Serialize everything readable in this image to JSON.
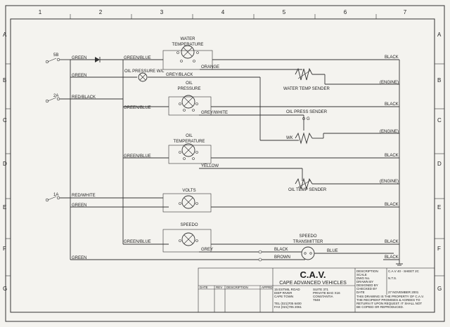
{
  "grid": {
    "columns": [
      "1",
      "2",
      "3",
      "4",
      "5",
      "6",
      "7"
    ],
    "rows": [
      "A",
      "B",
      "C",
      "D",
      "E",
      "F",
      "G"
    ]
  },
  "fuses": {
    "f5b": "5B",
    "f2a": "2A",
    "f1a": "1A"
  },
  "wires": {
    "green": "GREEN",
    "green_blue": "GREEN/BLUE",
    "red_black": "RED/BLACK",
    "red_white": "RED/WHITE",
    "grey_black": "GREY/BLACK",
    "orange": "ORANGE",
    "grey_white": "GREY/WHITE",
    "yellow": "YELLOW",
    "grey": "GREY",
    "black": "BLACK",
    "brown": "BROWN",
    "blue": "BLUE",
    "engine": "(ENGINE)"
  },
  "components": {
    "oil_pressure_wl": "OIL PRESSURE W/L",
    "water_temp": [
      "WATER",
      "TEMPERATURE"
    ],
    "oil_pressure": [
      "OIL",
      "PRESSURE"
    ],
    "oil_temp": [
      "OIL",
      "TEMPERATURE"
    ],
    "volts": "VOLTS",
    "speedo": "SPEEDO",
    "speedo_transmitter": [
      "SPEEDO",
      "TRANSMITTER"
    ],
    "water_temp_sender": "WATER TEMP SENDER",
    "oil_press_sender": "OIL PRESS SENDER",
    "terminal_g": "G",
    "terminal_wk": "WK",
    "oil_temp_sender": "OIL TEMP SENDER"
  },
  "title_block": {
    "company_abbrev": "C.A.V.",
    "company_name": "CAPE ADVANCED VEHICLES",
    "rev_headers": [
      "DATE",
      "REV",
      "DESCRIPTION",
      "APPRD"
    ],
    "address": [
      "15 ESTMIL ROAD",
      "DIEP RIVER",
      "CAPE TOWN"
    ],
    "tel": "TEL (021)705 6400",
    "fax": "FAX (021)705 2061",
    "postal": [
      "SUITE 371",
      "PRIVATE BAG X16",
      "CONSTANTIA",
      "7848"
    ],
    "fields": [
      "DESCRIPTION",
      "SCALE",
      "DWG No.",
      "DRAWN BY",
      "DESIGNED BY",
      "CHECKED BY",
      "DATE"
    ],
    "sheet_ref": "C.A.V 40 - SHEET 2C",
    "scale_value": "N.T.S.",
    "date_value": "27 NOVEMBER 2001",
    "notice": [
      "THIS DRAWING IS THE PROPERTY OF C.A.V.",
      "THE RECIPIENT PROMISES & AGREES TO",
      "RETURN IT UPON REQUEST. IT SHALL NOT",
      "BE COPIED OR REPRODUCED."
    ]
  }
}
